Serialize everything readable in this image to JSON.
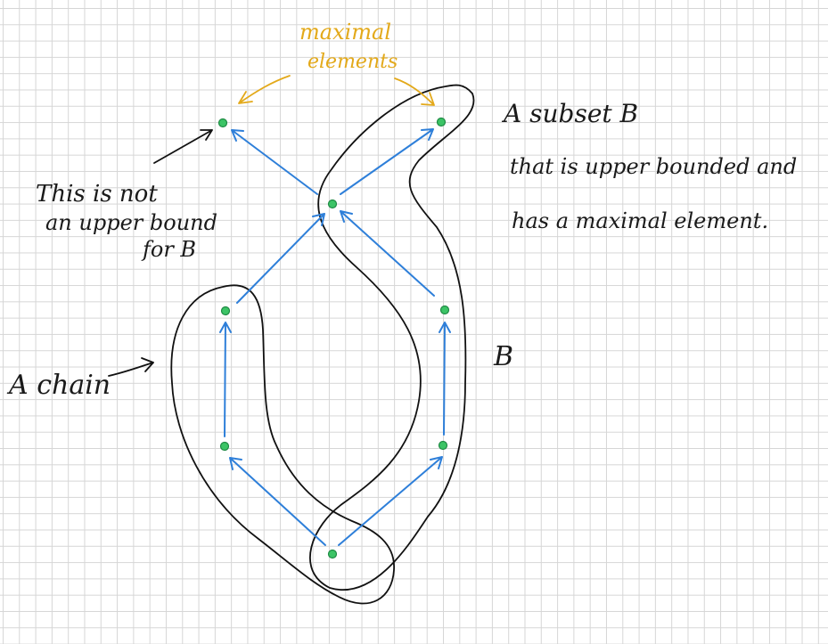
{
  "labels": {
    "maximal_line1": "maximal",
    "maximal_line2": "elements",
    "subset_line1": "A subset B",
    "subset_line2": "that is upper bounded and",
    "subset_line3": "has a maximal element.",
    "not_upper_line1": "This is not",
    "not_upper_line2": "an upper bound",
    "not_upper_line3": "for B",
    "chain": "A chain",
    "b": "B"
  },
  "colors": {
    "ink": "#111111",
    "annotation": "#e3a91a",
    "edge": "#2e7fd9",
    "node": "#3cc466"
  }
}
